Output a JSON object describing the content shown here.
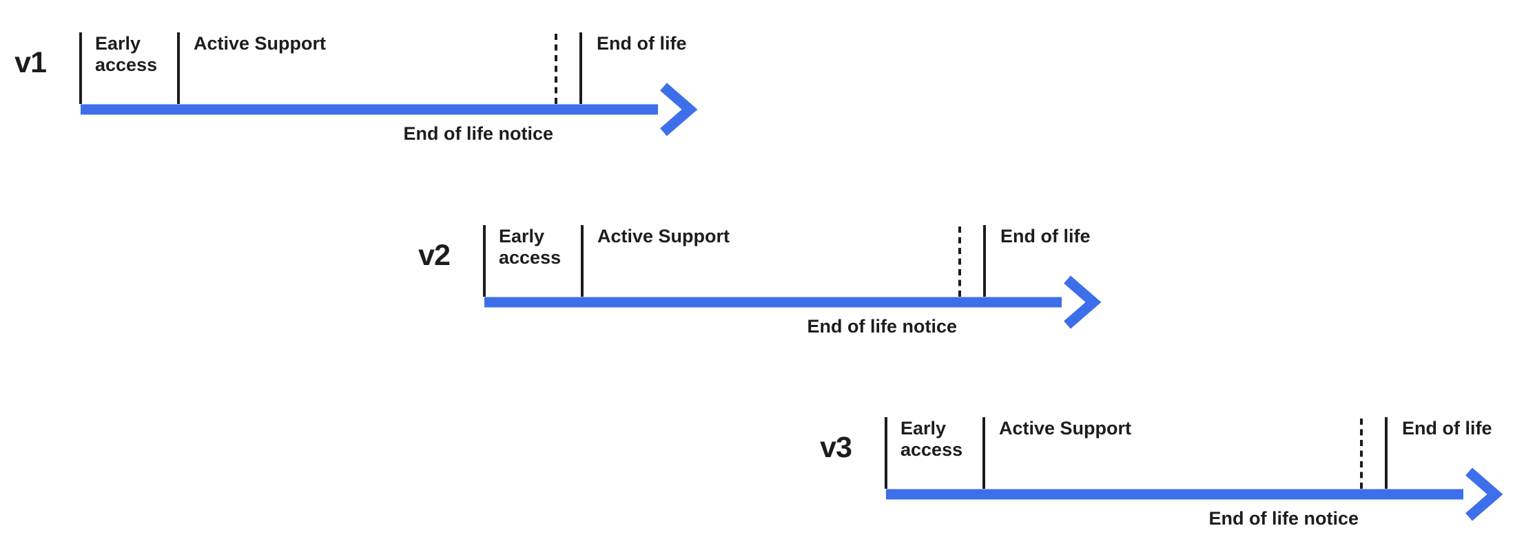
{
  "diagram": {
    "type": "version-lifecycle-timelines",
    "colors": {
      "arrow_blue": "#3D6FEA",
      "tick_black": "#1C1C1E",
      "text_dark": "#1D1D1F",
      "background": "#FFFFFF"
    },
    "timelines": [
      {
        "version": "v1",
        "early_access_label": "Early access",
        "active_support_label": "Active Support",
        "end_of_life_label": "End of life",
        "end_of_life_notice_label": "End of life notice"
      },
      {
        "version": "v2",
        "early_access_label": "Early access",
        "active_support_label": "Active Support",
        "end_of_life_label": "End of life",
        "end_of_life_notice_label": "End of life notice"
      },
      {
        "version": "v3",
        "early_access_label": "Early access",
        "active_support_label": "Active Support",
        "end_of_life_label": "End of life",
        "end_of_life_notice_label": "End of life notice"
      }
    ]
  }
}
